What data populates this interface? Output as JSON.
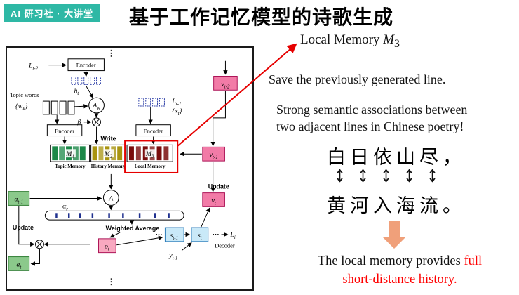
{
  "header": {
    "badge": "AI 研习社 · 大讲堂",
    "title": "基于工作记忆模型的诗歌生成"
  },
  "diagram": {
    "encoder1": "Encoder",
    "encoder2": "Encoder",
    "encoder3": "Encoder",
    "l_t2": {
      "b": "L",
      "s": "t-2"
    },
    "h_t": {
      "b": "h",
      "s": "t"
    },
    "topic_words": "Topic words",
    "w_k": {
      "pre": "{w",
      "s": "k",
      "post": "}"
    },
    "a_w": {
      "b": "A",
      "s": "w"
    },
    "beta": "β",
    "l_t1": {
      "b": "L",
      "s": "t-1"
    },
    "x_t": {
      "pre": "{x",
      "s": "t",
      "post": "}"
    },
    "v_t2": {
      "b": "v",
      "s": "t-2"
    },
    "write": "Write",
    "m1": {
      "b": "M",
      "s": "1"
    },
    "m2": {
      "b": "M",
      "s": "2"
    },
    "m3": {
      "b": "M",
      "s": "3"
    },
    "topic_memory": "Topic Memory",
    "history_memory": "History Memory",
    "local_memory": "Local Memory",
    "v_t1": {
      "b": "v",
      "s": "t-1"
    },
    "update_right": "Update",
    "v_t": {
      "b": "v",
      "s": "t"
    },
    "a_t1": {
      "b": "a",
      "s": "t-1"
    },
    "attention": "A",
    "alpha_r": {
      "b": "α",
      "s": "r"
    },
    "update_left": "Update",
    "a_t": {
      "b": "a",
      "s": "t"
    },
    "weighted_average": "Weighted Average",
    "o_t": {
      "b": "o",
      "s": "t"
    },
    "s_t1": {
      "b": "s",
      "s": "t-1"
    },
    "s_t": {
      "b": "s",
      "s": "t"
    },
    "y_t1": {
      "b": "y",
      "s": "t-1"
    },
    "l_i": {
      "b": "L",
      "s": "i"
    },
    "decoder": "Decoder",
    "dots": "···"
  },
  "right": {
    "callout_pre": "Local Memory ",
    "callout_m": "M",
    "callout_sub": "3",
    "save_line": "Save the previously generated line.",
    "assoc_line1": "Strong semantic associations between",
    "assoc_line2": "two adjacent lines in Chinese poetry!",
    "poem_line1": "白日依山尽，",
    "poem_line2": "黄河入海流。",
    "updown_arrow": "↕",
    "conclusion_black": "The local memory provides ",
    "conclusion_red1": "full",
    "conclusion_red2": "short-distance history."
  },
  "colors": {
    "badge_bg": "#2eb8a5",
    "pink_fill": "#f27ba7",
    "pink_border": "#ad1457",
    "light_pink_fill": "#f8a8c0",
    "green_fill": "#8bc98b",
    "green_border": "#2e7d32",
    "blue_fill": "#c9e9f8",
    "blue_border": "#2b7bb9",
    "topic_bar": "#1b8848",
    "history_bar": "#a89410",
    "local_bar": "#7a0c0c",
    "accent_red": "#e60000",
    "big_arrow": "#f0a07a",
    "text_red": "#ff0000"
  }
}
